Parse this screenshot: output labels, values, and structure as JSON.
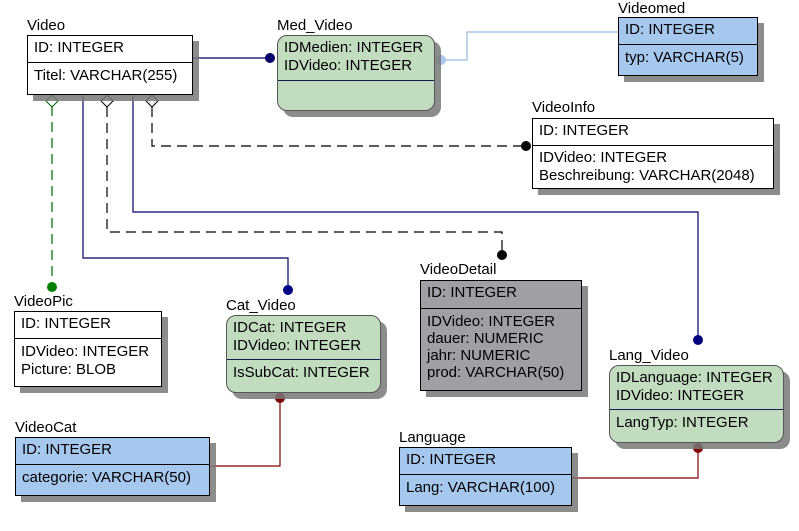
{
  "diagram": {
    "type": "entity-relationship",
    "colors": {
      "white_entity": "#ffffff",
      "blue_entity": "#a6c8ee",
      "green_entity": "#c2dcc0",
      "gray_entity": "#a0a0a4",
      "navy_line": "#000066",
      "green_line": "#006600",
      "red_line": "#800000",
      "lightblue_line": "#99bbdd",
      "black_line": "#000000"
    },
    "entities": {
      "video": {
        "name": "Video",
        "pk": [
          "ID: INTEGER"
        ],
        "attrs": [
          "Titel: VARCHAR(255)"
        ]
      },
      "med_video": {
        "name": "Med_Video",
        "pk": [
          "IDMedien: INTEGER",
          "IDVideo: INTEGER"
        ],
        "attrs": []
      },
      "videomed": {
        "name": "Videomed",
        "pk": [
          "ID: INTEGER"
        ],
        "attrs": [
          "typ: VARCHAR(5)"
        ]
      },
      "videoinfo": {
        "name": "VideoInfo",
        "pk": [
          "ID: INTEGER"
        ],
        "attrs": [
          "IDVideo: INTEGER",
          "Beschreibung: VARCHAR(2048)"
        ]
      },
      "videopic": {
        "name": "VideoPic",
        "pk": [
          "ID: INTEGER"
        ],
        "attrs": [
          "IDVideo: INTEGER",
          "Picture: BLOB"
        ]
      },
      "cat_video": {
        "name": "Cat_Video",
        "pk": [
          "IDCat: INTEGER",
          "IDVideo: INTEGER"
        ],
        "attrs": [
          "IsSubCat: INTEGER"
        ]
      },
      "videodetail": {
        "name": "VideoDetail",
        "pk": [
          "ID: INTEGER"
        ],
        "attrs": [
          "IDVideo: INTEGER",
          "dauer: NUMERIC",
          "jahr: NUMERIC",
          "prod: VARCHAR(50)"
        ]
      },
      "lang_video": {
        "name": "Lang_Video",
        "pk": [
          "IDLanguage: INTEGER",
          "IDVideo: INTEGER"
        ],
        "attrs": [
          "LangTyp: INTEGER"
        ]
      },
      "videocat": {
        "name": "VideoCat",
        "pk": [
          "ID: INTEGER"
        ],
        "attrs": [
          "categorie: VARCHAR(50)"
        ]
      },
      "language": {
        "name": "Language",
        "pk": [
          "ID: INTEGER"
        ],
        "attrs": [
          "Lang: VARCHAR(100)"
        ]
      }
    },
    "relationships": [
      {
        "from": "Video",
        "to": "Med_Video",
        "style": "identifying",
        "color": "navy"
      },
      {
        "from": "Videomed",
        "to": "Med_Video",
        "style": "identifying",
        "color": "lightblue"
      },
      {
        "from": "Video",
        "to": "VideoInfo",
        "style": "non-identifying",
        "color": "black"
      },
      {
        "from": "Video",
        "to": "VideoPic",
        "style": "non-identifying",
        "color": "green"
      },
      {
        "from": "Video",
        "to": "Cat_Video",
        "style": "identifying",
        "color": "navy"
      },
      {
        "from": "Video",
        "to": "VideoDetail",
        "style": "non-identifying",
        "color": "black"
      },
      {
        "from": "Video",
        "to": "Lang_Video",
        "style": "identifying",
        "color": "navy"
      },
      {
        "from": "VideoCat",
        "to": "Cat_Video",
        "style": "identifying",
        "color": "red"
      },
      {
        "from": "Language",
        "to": "Lang_Video",
        "style": "identifying",
        "color": "red"
      }
    ]
  }
}
